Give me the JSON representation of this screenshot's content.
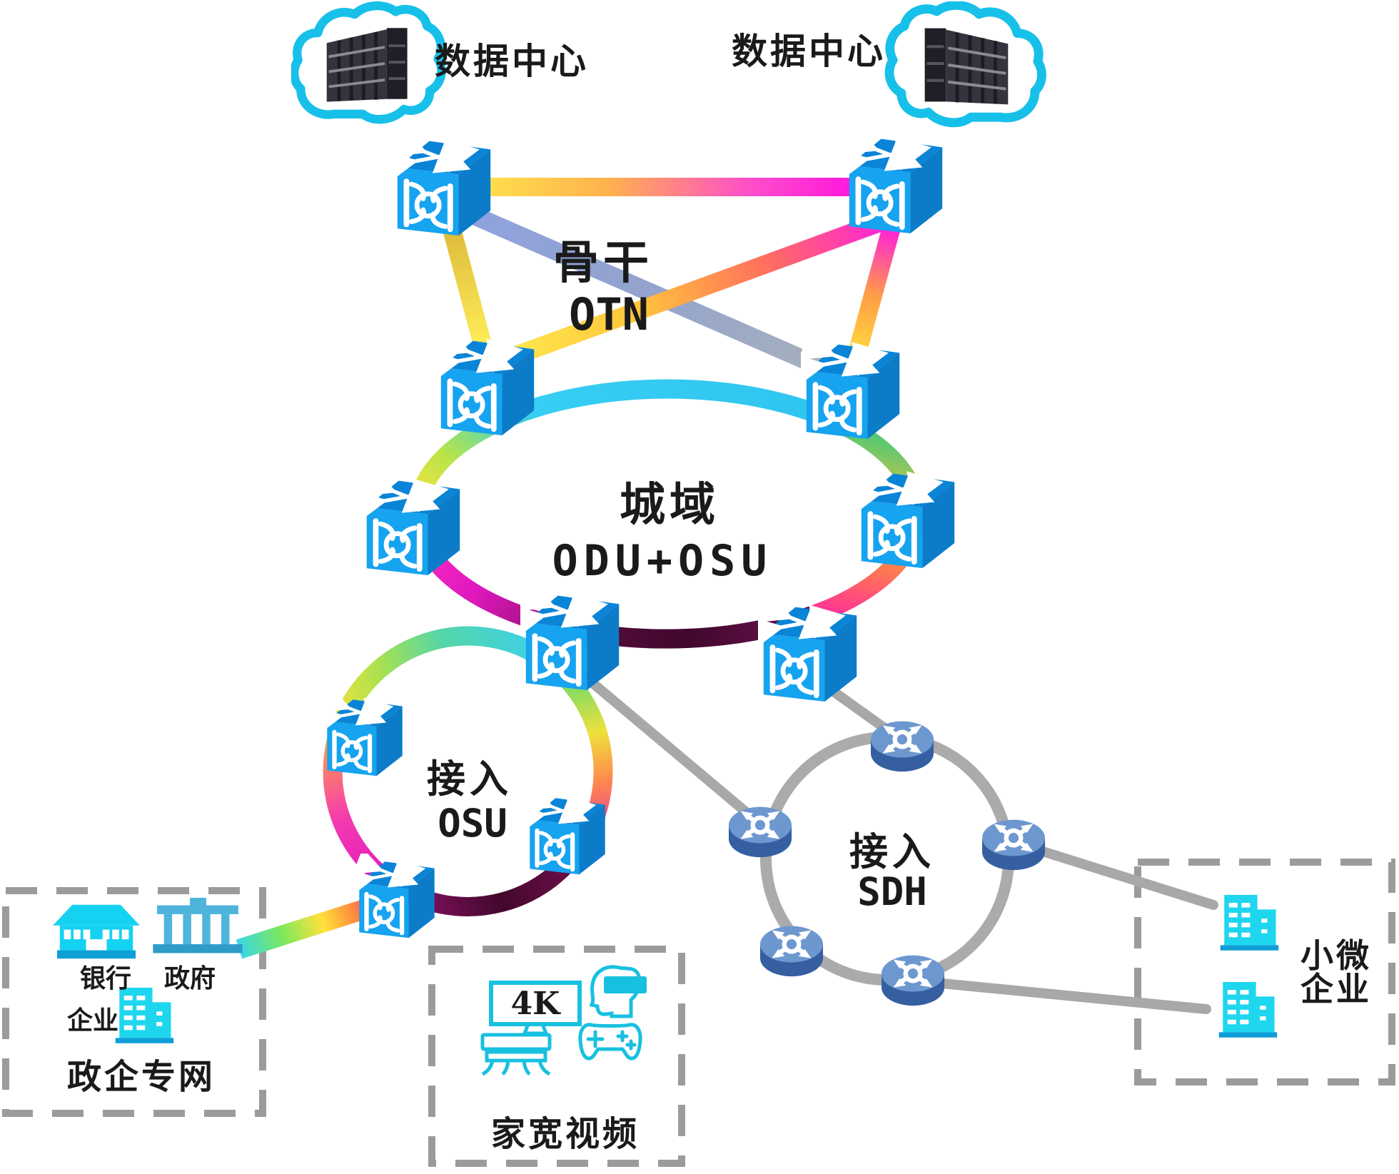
{
  "diagram_type": "telecom-optical-network-architecture",
  "clouds": {
    "left": {
      "label": "数据中心"
    },
    "right": {
      "label": "数据中心"
    }
  },
  "layers": {
    "backbone": {
      "name_cn": "骨干",
      "name_en": "OTN"
    },
    "metro": {
      "name_cn": "城域",
      "name_en": "ODU+OSU"
    },
    "access_osu": {
      "name_cn": "接入",
      "name_en": "OSU"
    },
    "access_sdh": {
      "name_cn": "接入",
      "name_en": "SDH"
    }
  },
  "zones": {
    "gov_enterprise": {
      "title": "政企专网",
      "bank": "银行",
      "government": "政府",
      "enterprise": "企业"
    },
    "home_broadband": {
      "title": "家宽视频",
      "tv_badge": "4K"
    },
    "small_micro_enterprise": {
      "title_line1": "小微",
      "title_line2": "企业"
    }
  },
  "icons": {
    "cloud-datacenter-icon": "cyan cloud outline containing dark server racks",
    "otn-switch-icon": "blue 3D cube, crossed arrows on top, |X| cross-connect glyph on front",
    "sdh-router-icon": "blue puck cylinder with four diagonal arrows around a ring",
    "bank-icon": "cyan bank building with wide roof",
    "government-icon": "blue classical building with columns",
    "enterprise-building-icon": "cyan office towers with white windows",
    "tv-4k-icon": "cyan outlined TV screen with 4K badge",
    "vr-headset-icon": "cyan head profile wearing VR goggles",
    "gamepad-icon": "cyan outlined game controller",
    "tv-bench-icon": "cyan outlined media bench with curved legs"
  },
  "colors": {
    "cloud_outline": "#17c0e9",
    "switch_front": "#16a3f0",
    "switch_top": "#0a84d6",
    "switch_side": "#0c7cc8",
    "router_top": "#6d97cf",
    "router_body": "#355fa0",
    "sdh_ring_gray": "#ababab",
    "gray_link": "#a8a8a8",
    "dashed_box_gray": "#9b9b9b",
    "cpe_icon_cyan": "#18c0e0",
    "building_cyan": "#1fd6ef",
    "building_blue": "#4fb4dc",
    "building_base": "#0e9ed8",
    "text": "#1a1a1a",
    "rainbow_palette": [
      "#35d6f0",
      "#7de85a",
      "#ffe23c",
      "#ff8a3c",
      "#ff2fd0",
      "#e617c8",
      "#6b1158"
    ]
  }
}
